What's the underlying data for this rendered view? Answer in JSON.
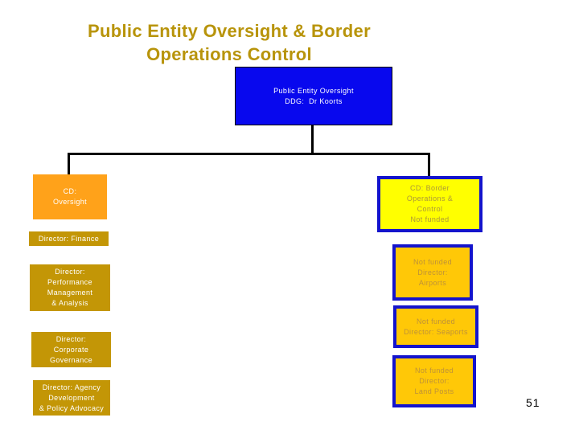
{
  "slide": {
    "title": {
      "line1": "Public Entity Oversight & Border",
      "line2": "Operations Control"
    },
    "page_number": "51",
    "colors": {
      "title_text": "#B8940B",
      "root_fill": "#0808EE",
      "root_border": "#000000",
      "orange_fill": "#FFA21A",
      "gold_fill": "#C39606",
      "yellow_fill": "#FFFF00",
      "amber_fill": "#FFC807",
      "blue_border": "#1414CC",
      "white_text": "#FFFFFF",
      "gold_text_on_yellow": "#AB9739",
      "gold_text_on_amber": "#BE9139",
      "connector": "#000000"
    },
    "boxes": {
      "ddg": {
        "lines": [
          "Public Entity Oversight",
          "DDG:  Dr Koorts"
        ]
      },
      "cd_oversight": {
        "lines": [
          "CD:",
          "Oversight"
        ]
      },
      "director_finance": {
        "lines": [
          "Director: Finance"
        ]
      },
      "director_performance": {
        "lines": [
          "Director:",
          "Performance",
          "Management",
          "& Analysis"
        ]
      },
      "director_corporate": {
        "lines": [
          "Director:",
          "Corporate",
          "Governance"
        ]
      },
      "director_agency": {
        "lines": [
          "Director: Agency",
          "Development",
          "& Policy Advocacy"
        ]
      },
      "cd_border": {
        "lines": [
          "CD: Border",
          "Operations &",
          "Control",
          "Not funded"
        ]
      },
      "director_airports": {
        "lines": [
          "Not funded",
          "Director:",
          "Airports"
        ]
      },
      "director_seaports": {
        "lines": [
          "Not funded",
          "Director: Seaports"
        ]
      },
      "director_land_posts": {
        "lines": [
          "Not funded",
          "Director:",
          "Land Posts"
        ]
      }
    }
  }
}
